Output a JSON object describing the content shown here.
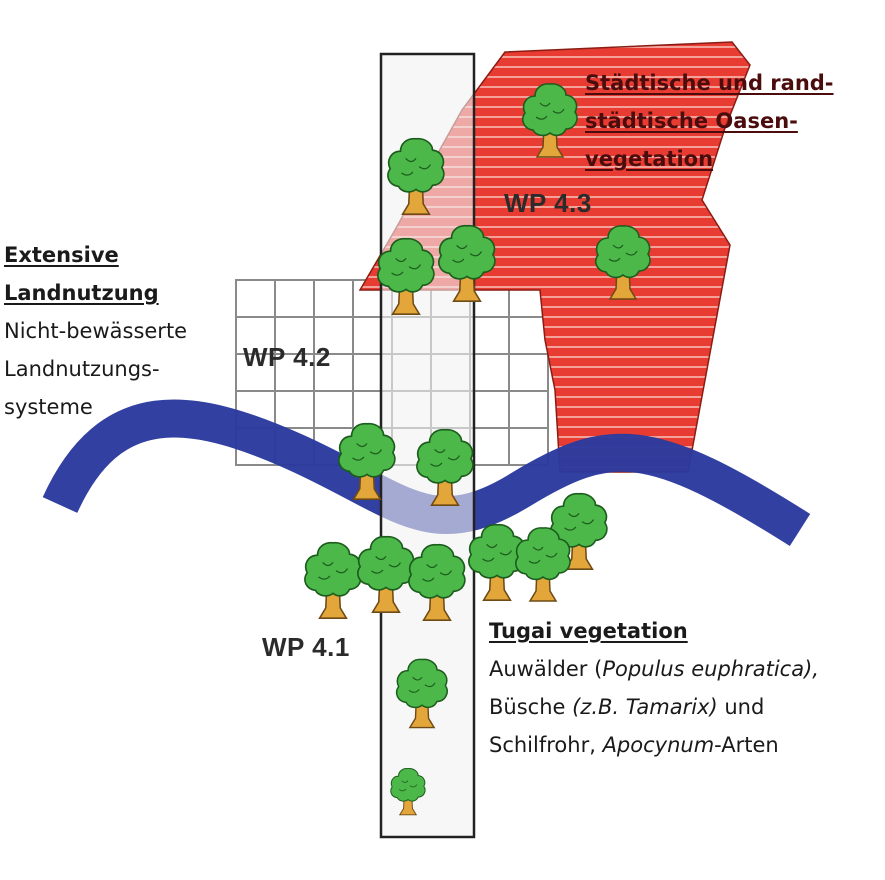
{
  "colors": {
    "oasis_red": "#e83c32",
    "oasis_stripe": "#f4a19a",
    "river_blue": "#2b3a9e",
    "strip_fill": "#f1f1f3",
    "grid_line": "#8a8a8a",
    "tree_green": "#4cb84a",
    "tree_trunk": "#e2a63a"
  },
  "labels": {
    "wp41": "WP 4.1",
    "wp42": "WP 4.2",
    "wp43": "WP 4.3"
  },
  "oasis": {
    "line1": "Städtische und rand-",
    "line2": "städtische Oasen-",
    "line3": "vegetation"
  },
  "extensive": {
    "title1": "Extensive",
    "title2": "Landnutzung",
    "line1": "Nicht-bewässerte",
    "line2": "Landnutzungs-",
    "line3": "systeme"
  },
  "tugai": {
    "title": "Tugai vegetation",
    "l1_a": "Auwälder (",
    "l1_b": "Populus euphratica),",
    "l2_a": "Büsche ",
    "l2_b": "(z.B. Tamarix)",
    "l2_c": " und",
    "l3_a": "Schilfrohr, ",
    "l3_b": "Apocynum",
    "l3_c": "-Arten"
  }
}
